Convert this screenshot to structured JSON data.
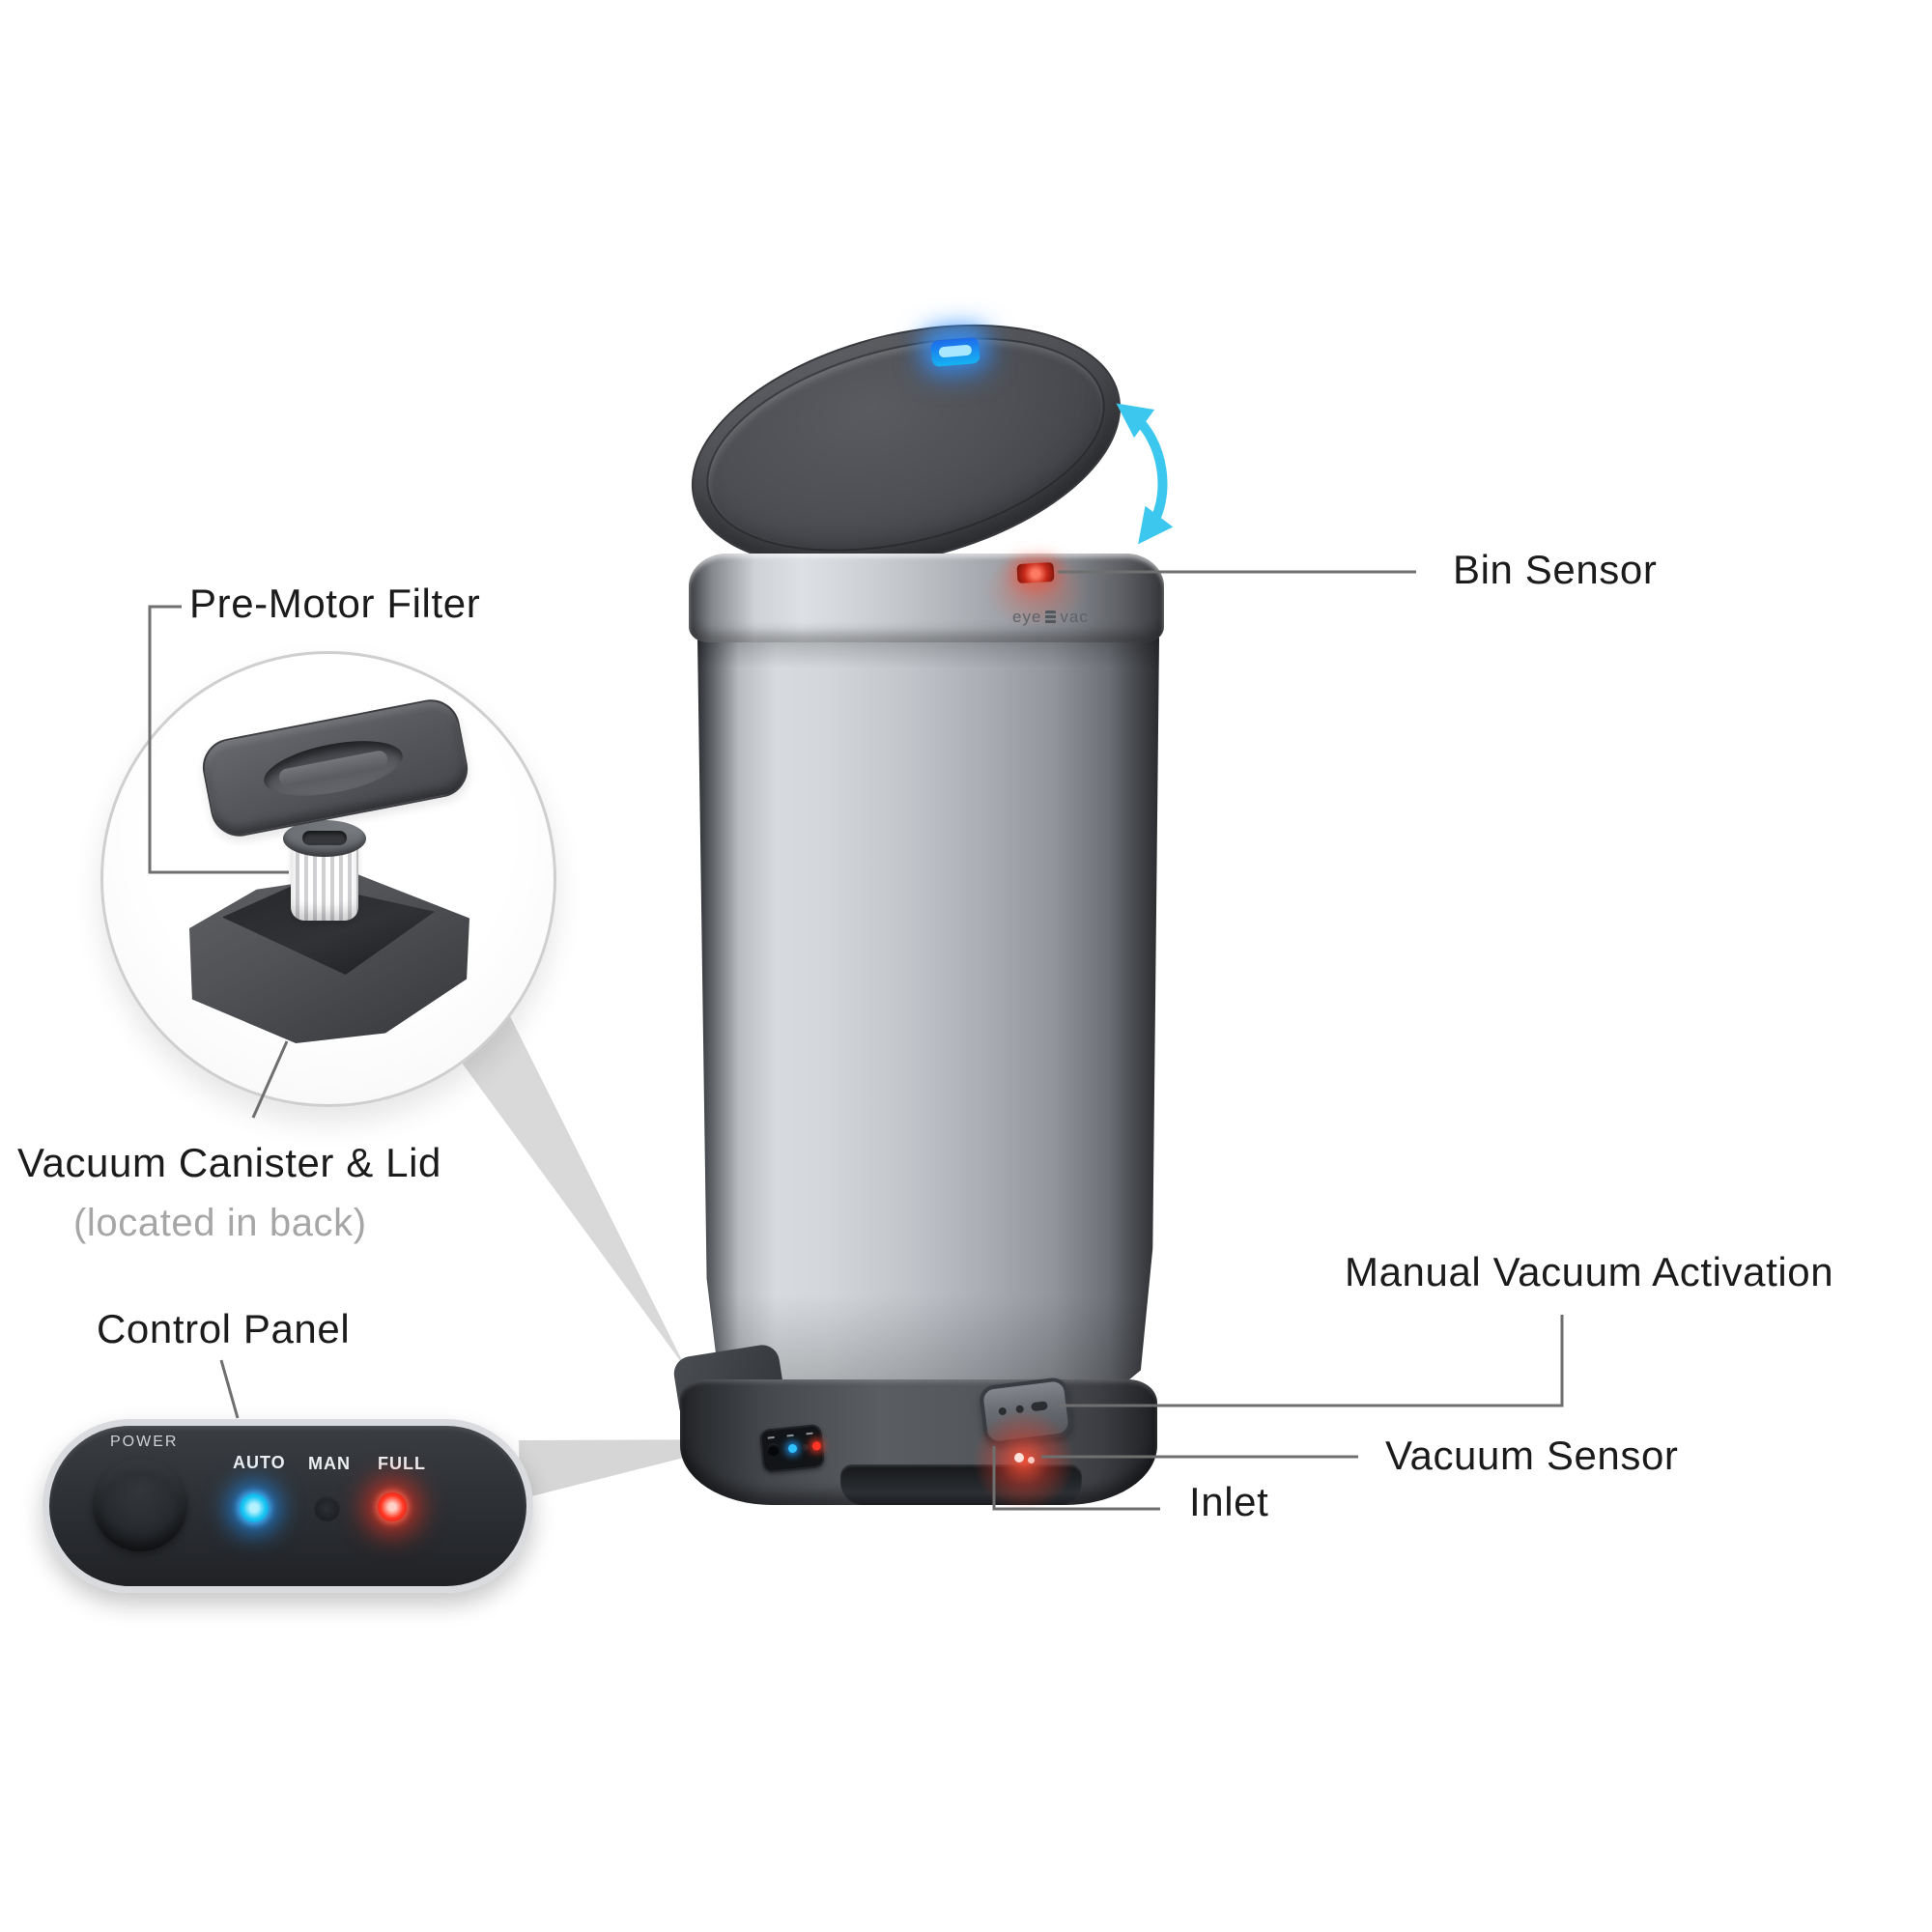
{
  "brand": {
    "eye": "eye",
    "vac": "vac"
  },
  "labels": {
    "pre_motor_filter": "Pre-Motor Filter",
    "vacuum_canister": "Vacuum Canister & Lid",
    "located_in_back": "(located in back)",
    "control_panel": "Control Panel",
    "bin_sensor": "Bin Sensor",
    "manual_vacuum_activation": "Manual Vacuum Activation",
    "vacuum_sensor": "Vacuum Sensor",
    "inlet": "Inlet"
  },
  "control_panel": {
    "power_label": "POWER",
    "indicators": [
      {
        "label": "AUTO",
        "state": "on",
        "color": "#18c6f2"
      },
      {
        "label": "MAN",
        "state": "off",
        "color": "#1c1f23"
      },
      {
        "label": "FULL",
        "state": "on",
        "color": "#ff3824"
      }
    ]
  },
  "colors": {
    "accent_arrow": "#3cc7ee",
    "lid_led_blue": "#2f9bf5",
    "bin_sensor_red": "#e0402c",
    "callout_line": "#6f6f6f",
    "wedge_gray": "#d9d9d9",
    "label_text": "#1b1b1b",
    "muted_text": "#a6a6a6"
  }
}
